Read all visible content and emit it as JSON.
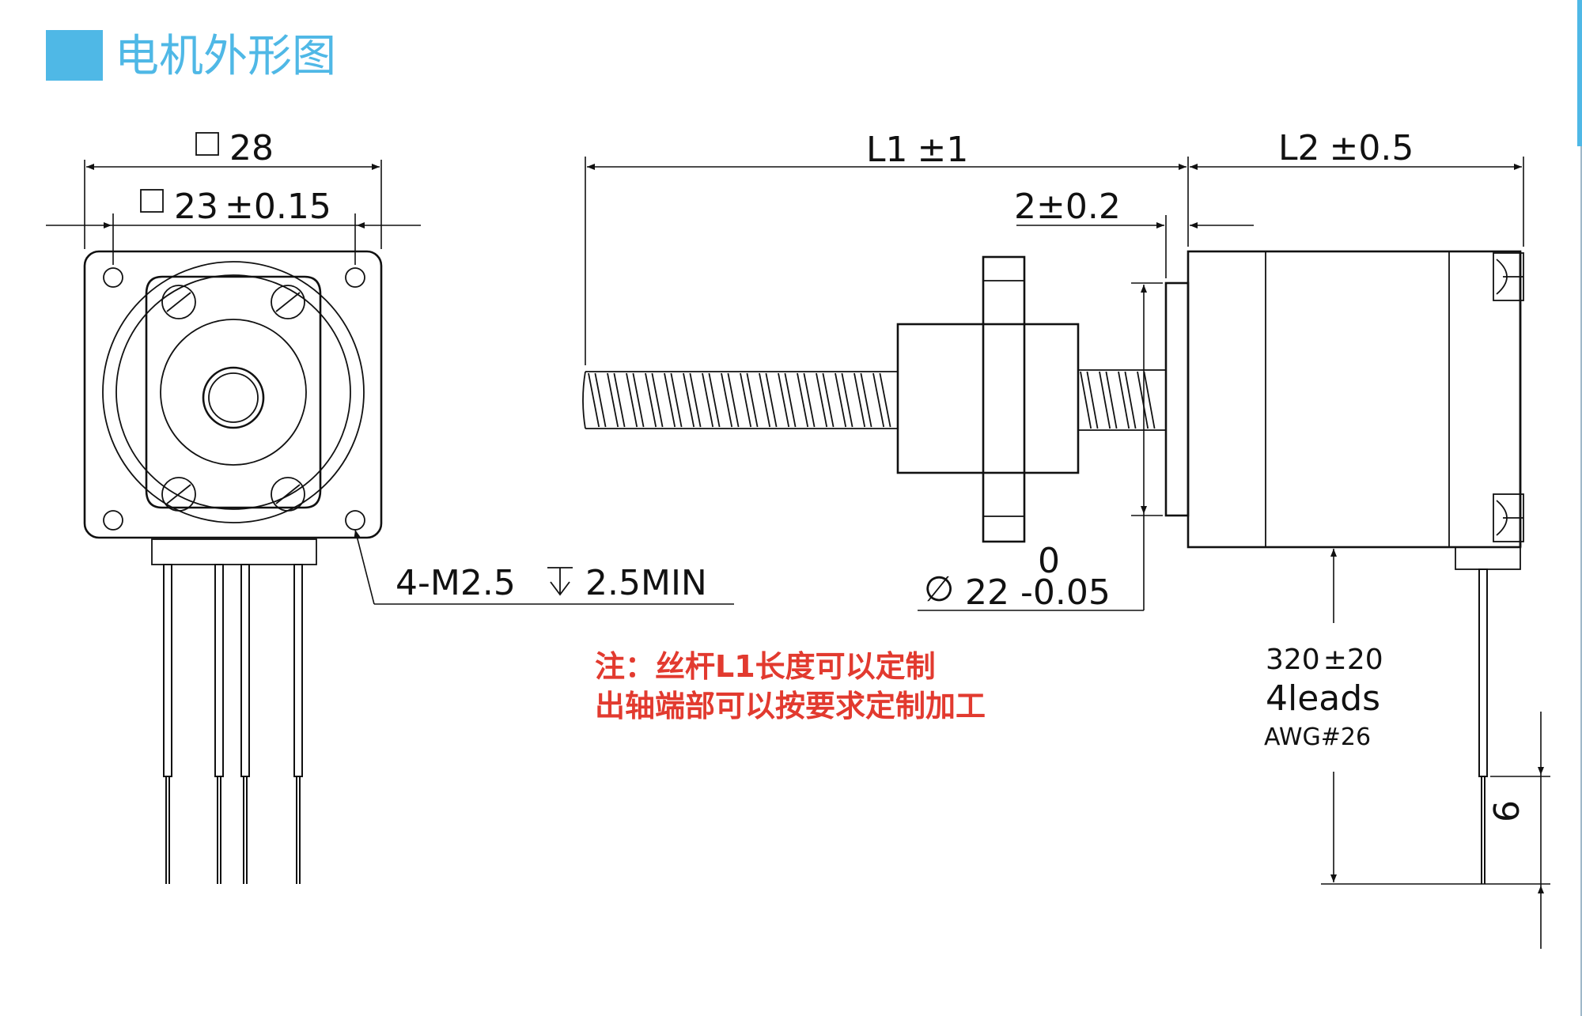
{
  "title": "电机外形图",
  "colors": {
    "accent": "#4fb8e6",
    "note": "#e23a2f",
    "line": "#111111"
  },
  "front_view": {
    "dim_outer": "28",
    "dim_inner": "23",
    "dim_inner_tol": "±0.15",
    "hole_callout": "4-M2.5",
    "hole_depth": "2.5MIN"
  },
  "side_view": {
    "l1": "L1",
    "l1_tol": "±1",
    "l2": "L2",
    "l2_tol": "±0.5",
    "boss_len": "2",
    "boss_tol": "±0.2",
    "phi": "∅",
    "dia": "22",
    "dia_upper": "0",
    "dia_lower": "-0.05",
    "lead_len": "320",
    "lead_tol": "±20",
    "leads": "4leads",
    "awg": "AWG#26",
    "strip": "6"
  },
  "note": {
    "line1": "注：丝杆L1长度可以定制",
    "line2": "出轴端部可以按要求定制加工"
  }
}
